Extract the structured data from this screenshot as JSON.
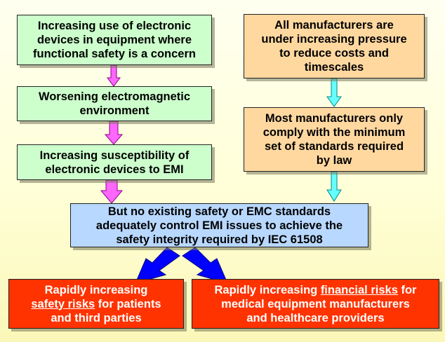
{
  "boxes": {
    "electronics_use": [
      "Increasing use of electronic",
      "devices in equipment where",
      "functional safety is a concern"
    ],
    "em_environment": [
      "Worsening electromagnetic",
      "environment"
    ],
    "susceptibility": [
      "Increasing susceptibility of",
      "electronic devices to EMI"
    ],
    "cost_pressure": [
      "All manufacturers are",
      "under increasing pressure",
      "to reduce costs and",
      "timescales"
    ],
    "minimum_standards": [
      "Most manufacturers only",
      "comply with the minimum",
      "set of standards required",
      "by law"
    ],
    "no_standards": [
      "But no existing safety or EMC standards",
      "adequately control EMI issues to achieve the",
      "safety integrity required by IEC 61508"
    ],
    "safety_risks": {
      "line1": "Rapidly increasing",
      "line2_emph": "safety risks",
      "line2_rest": " for patients",
      "line3": "and third parties"
    },
    "financial_risks": {
      "line1_pre": "Rapidly increasing ",
      "line1_emph": "financial risks",
      "line1_post": " for",
      "line2": "medical equipment manufacturers",
      "line3": "and healthcare providers"
    }
  },
  "colors": {
    "green_box": "#ccffcc",
    "peach_box": "#ffd8a0",
    "blue_box": "#b8d8ff",
    "red_box": "#ff3300",
    "pink_arrow": "#ff66ff",
    "cyan_arrow": "#66ffff",
    "blue_arrow": "#0000ff"
  }
}
